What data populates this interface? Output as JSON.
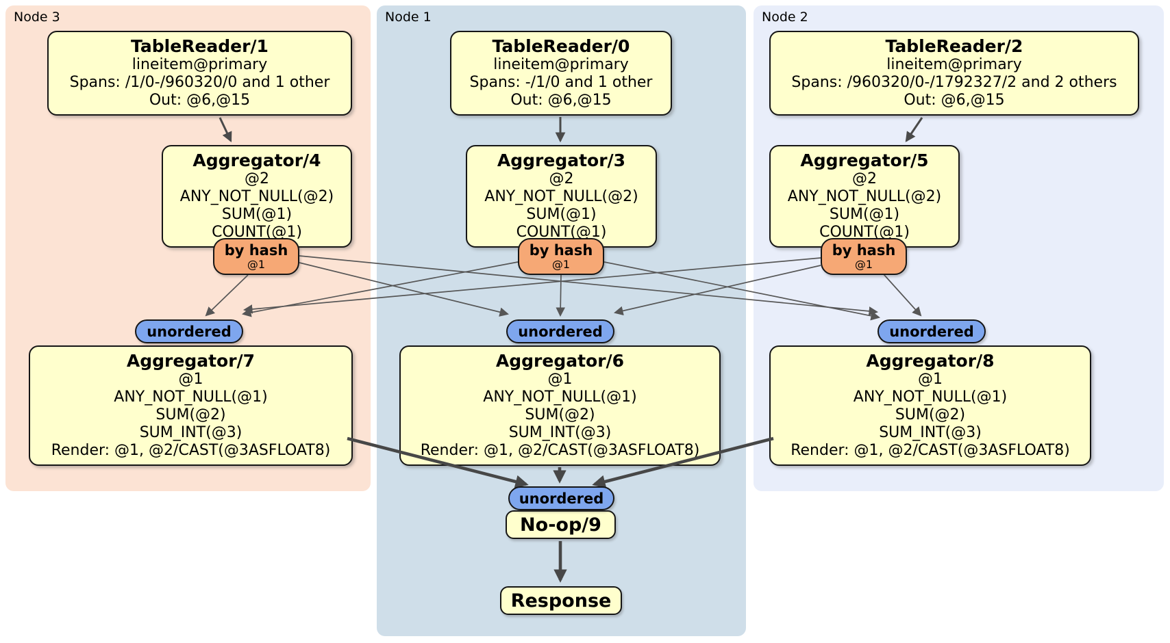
{
  "diagram": {
    "kind": "distributed-sql-plan",
    "regions": [
      {
        "label": "Node 3"
      },
      {
        "label": "Node 1"
      },
      {
        "label": "Node 2"
      }
    ]
  },
  "processors": {
    "tr1": {
      "title": "TableReader/1",
      "lines": [
        "lineitem@primary",
        "Spans: /1/0-/960320/0 and 1 other",
        "Out: @6,@15"
      ]
    },
    "tr0": {
      "title": "TableReader/0",
      "lines": [
        "lineitem@primary",
        "Spans: -/1/0 and 1 other",
        "Out: @6,@15"
      ]
    },
    "tr2": {
      "title": "TableReader/2",
      "lines": [
        "lineitem@primary",
        "Spans: /960320/0-/1792327/2 and 2 others",
        "Out: @6,@15"
      ]
    },
    "agg4": {
      "title": "Aggregator/4",
      "lines": [
        "@2",
        "ANY_NOT_NULL(@2)",
        "SUM(@1)",
        "COUNT(@1)"
      ]
    },
    "agg3": {
      "title": "Aggregator/3",
      "lines": [
        "@2",
        "ANY_NOT_NULL(@2)",
        "SUM(@1)",
        "COUNT(@1)"
      ]
    },
    "agg5": {
      "title": "Aggregator/5",
      "lines": [
        "@2",
        "ANY_NOT_NULL(@2)",
        "SUM(@1)",
        "COUNT(@1)"
      ]
    },
    "agg7": {
      "title": "Aggregator/7",
      "lines": [
        "@1",
        "ANY_NOT_NULL(@1)",
        "SUM(@2)",
        "SUM_INT(@3)",
        "Render: @1, @2/CAST(@3ASFLOAT8)"
      ]
    },
    "agg6": {
      "title": "Aggregator/6",
      "lines": [
        "@1",
        "ANY_NOT_NULL(@1)",
        "SUM(@2)",
        "SUM_INT(@3)",
        "Render: @1, @2/CAST(@3ASFLOAT8)"
      ]
    },
    "agg8": {
      "title": "Aggregator/8",
      "lines": [
        "@1",
        "ANY_NOT_NULL(@1)",
        "SUM(@2)",
        "SUM_INT(@3)",
        "Render: @1, @2/CAST(@3ASFLOAT8)"
      ]
    },
    "noop": {
      "title": "No-op/9"
    },
    "response": {
      "title": "Response"
    }
  },
  "routers": {
    "by_hash_label": "by hash",
    "by_hash_key": "@1"
  },
  "syncs": {
    "unordered_label": "unordered"
  },
  "colors": {
    "node3_bg": "#fce3d4",
    "node1_bg": "#cfdee9",
    "node2_bg": "#e9eefa",
    "processor_bg": "#ffffcd",
    "router_bg": "#f6a875",
    "sync_bg": "#7ea6ee",
    "border": "#151515",
    "edge_thin": "#565656",
    "edge_thick": "#474747"
  }
}
